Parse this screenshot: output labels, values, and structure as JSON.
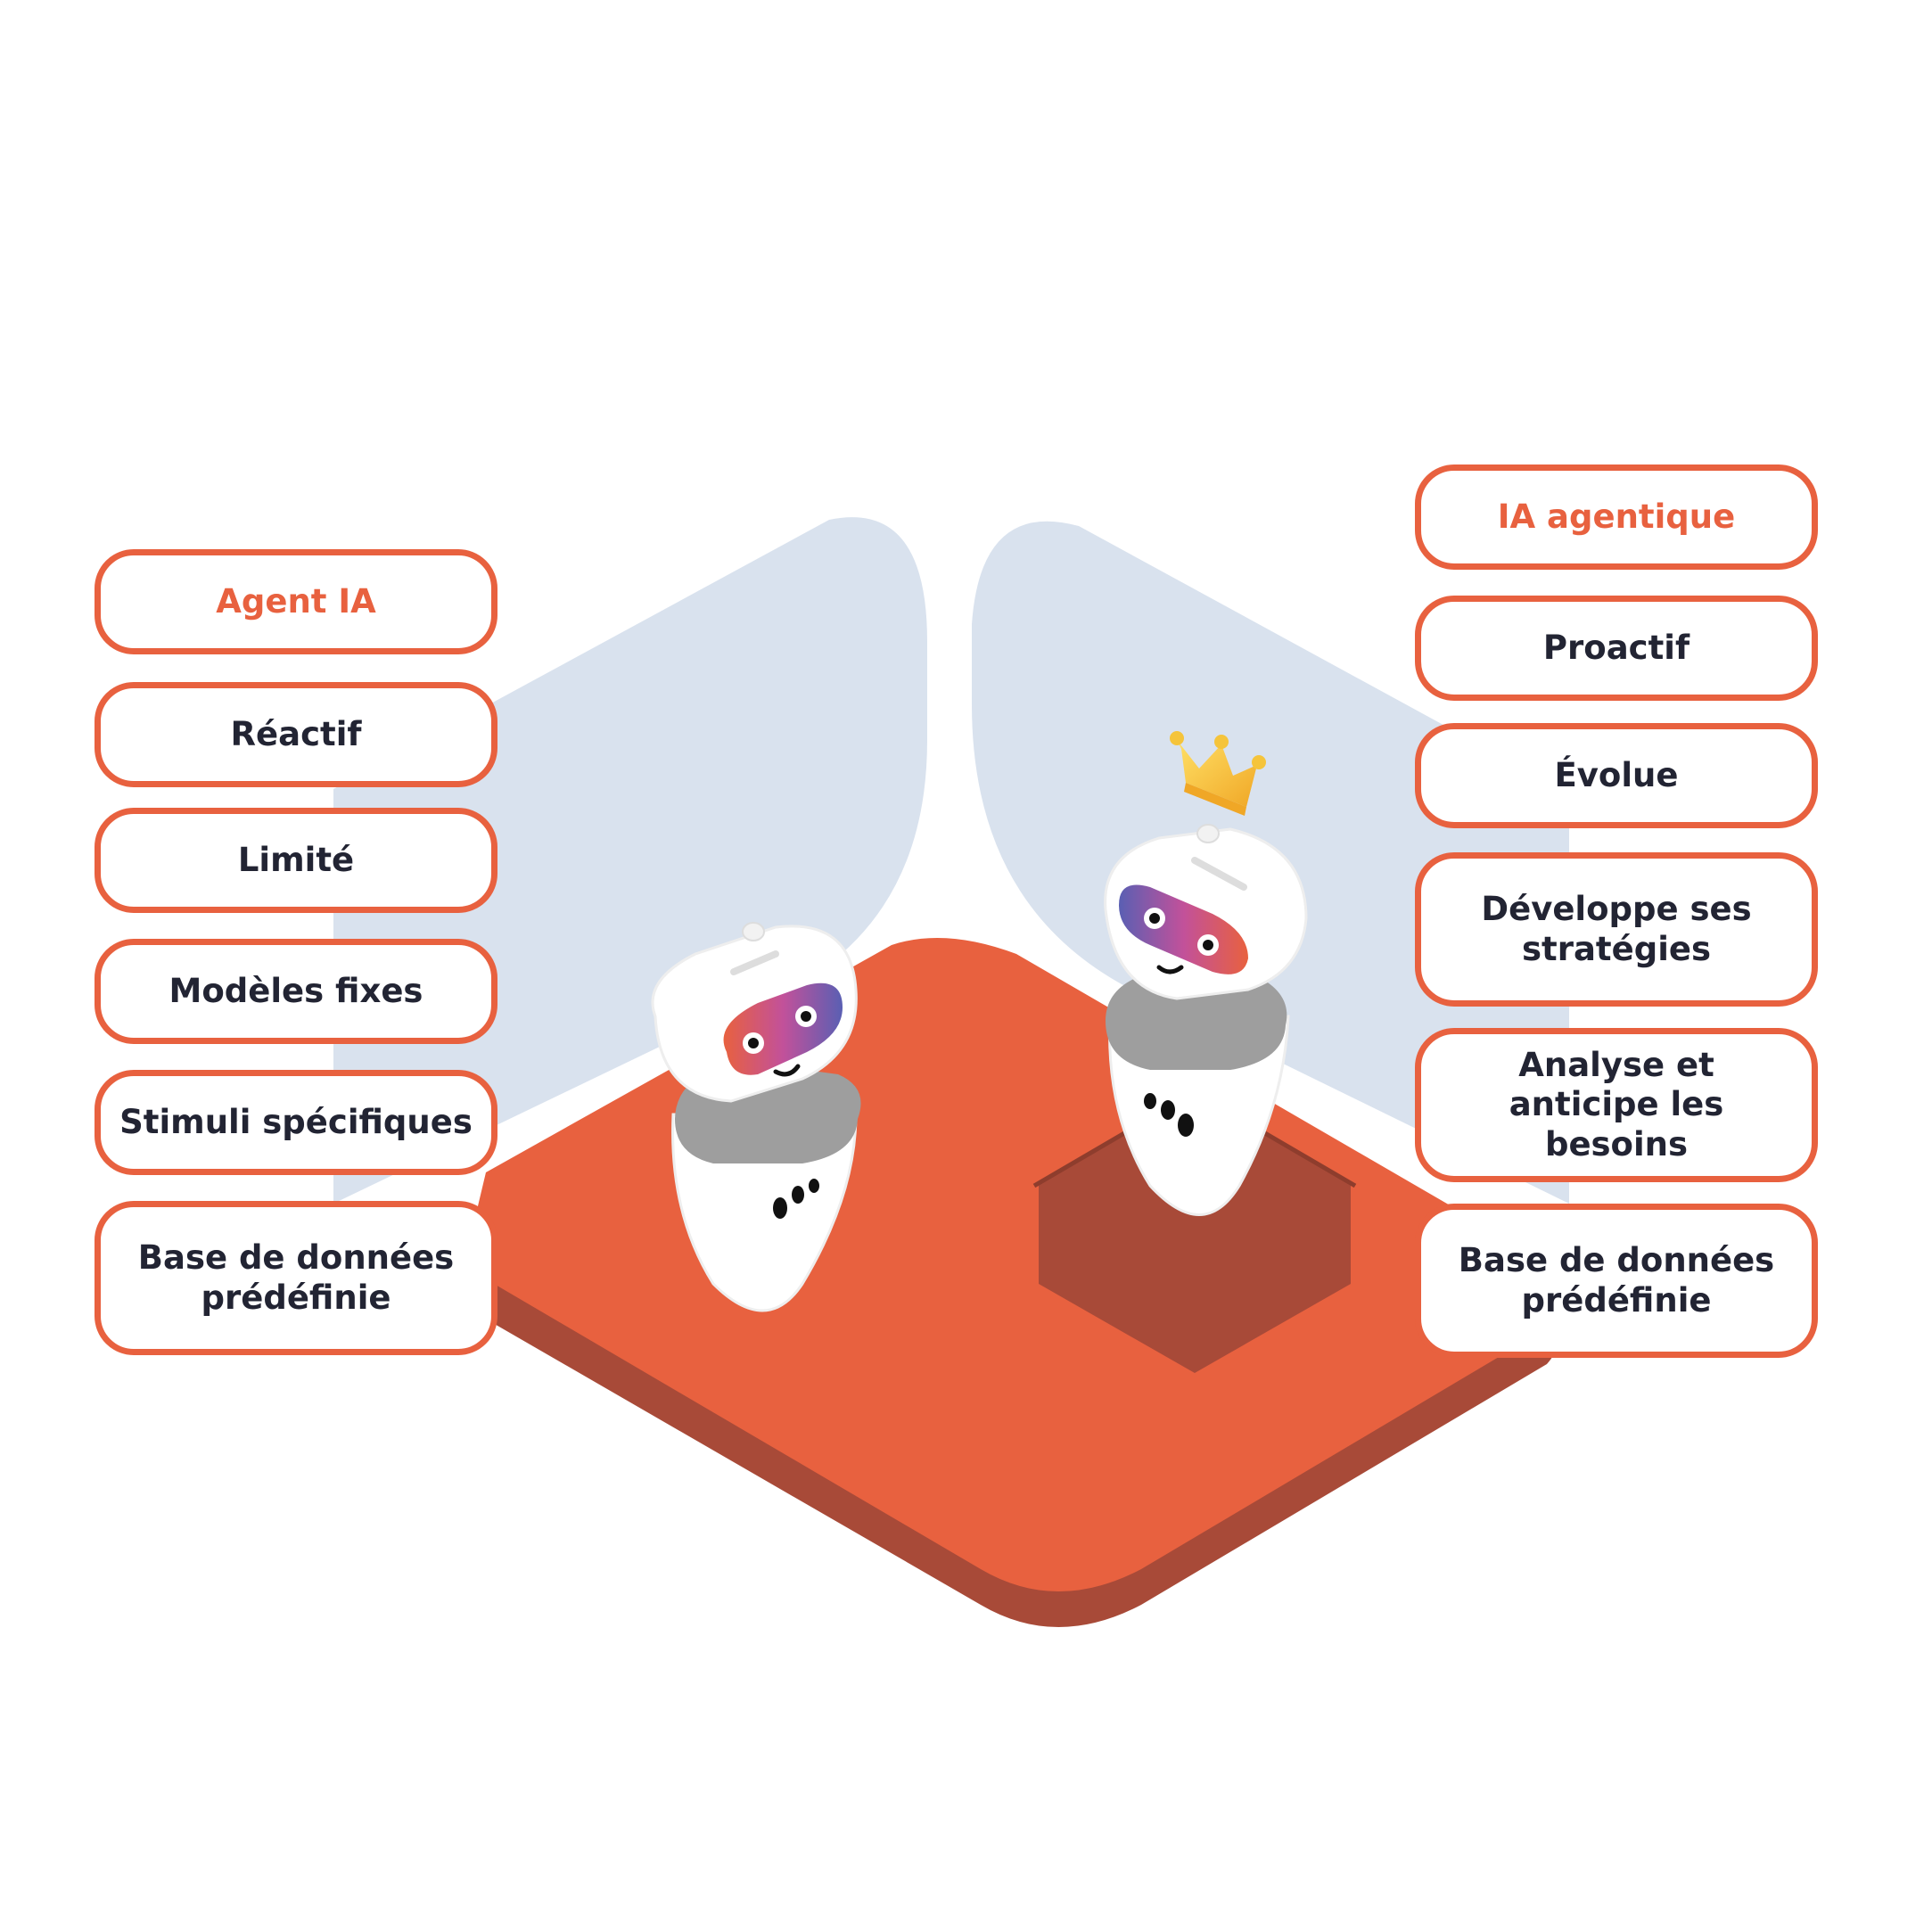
{
  "colors": {
    "accent": "#e8613f",
    "platform": "#e8613f",
    "platform_shadow": "#a84a38",
    "wall": "#d9e2ee",
    "text_dark": "#222433",
    "crown": "#f5c43b"
  },
  "left_column": {
    "heading": "Agent IA",
    "items": [
      {
        "label": "Réactif"
      },
      {
        "label": "Limité"
      },
      {
        "label": "Modèles fixes"
      },
      {
        "label": "Stimuli spécifiques"
      },
      {
        "label": "Base de données prédéfinie"
      }
    ]
  },
  "right_column": {
    "heading": "IA agentique",
    "items": [
      {
        "label": "Proactif"
      },
      {
        "label": "Évolue"
      },
      {
        "label": "Développe ses stratégies"
      },
      {
        "label": "Analyse et anticipe les besoins"
      },
      {
        "label": "Base de données prédéfinie"
      }
    ]
  },
  "illustration": {
    "icons": [
      "robot-icon",
      "robot-icon",
      "crown-icon"
    ]
  }
}
